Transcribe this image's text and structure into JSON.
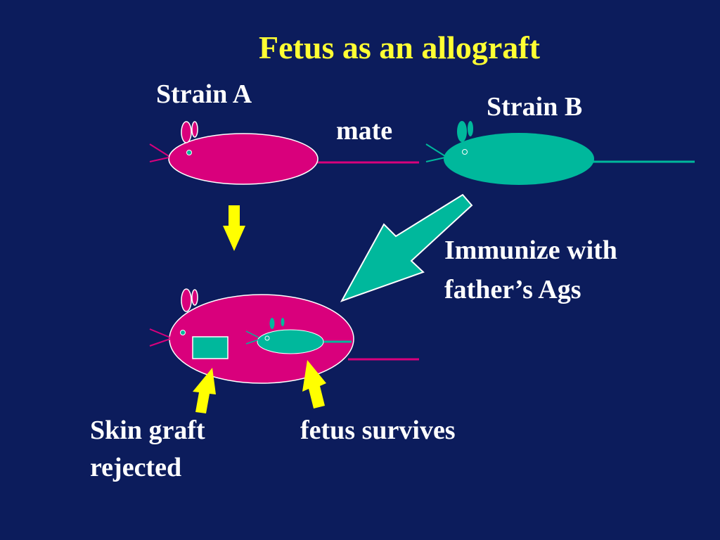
{
  "title": "Fetus as an allograft",
  "labels": {
    "strain_a": "Strain A",
    "strain_b": "Strain B",
    "mate": "mate",
    "immunize_line1": "Immunize with",
    "immunize_line2": "father’s Ags",
    "skin_graft_line1": "Skin graft",
    "skin_graft_line2": "rejected",
    "fetus_survives": "fetus survives"
  },
  "colors": {
    "background": "#0c1c5c",
    "title": "#ffff33",
    "text": "#ffffff",
    "strain_a_mouse": "#d9007c",
    "strain_b_mouse": "#00b89c",
    "arrows_yellow": "#ffff00"
  }
}
